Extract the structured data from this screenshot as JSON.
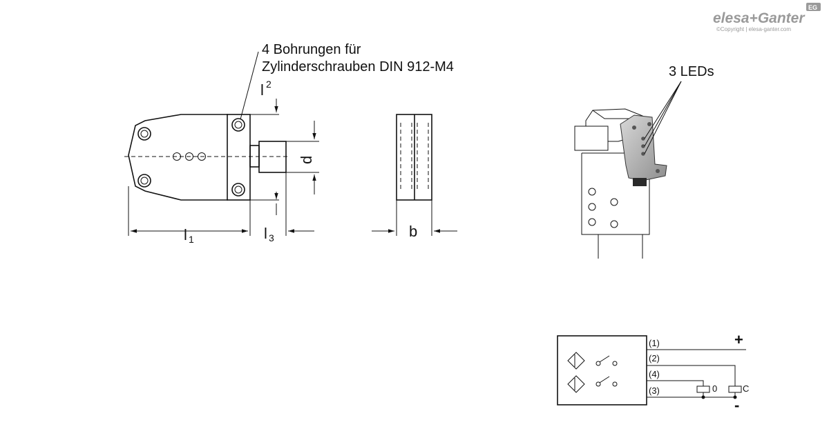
{
  "brand": {
    "name": "elesa+Ganter",
    "copyright": "©Copyright | elesa-ganter.com",
    "badge": "EG",
    "color": "#9a9a9a"
  },
  "drawing": {
    "callout_line1": "4 Bohrungen für",
    "callout_line2": "Zylinderschrauben DIN 912-M4",
    "dim_l1": "l",
    "dim_l1_sub": "1",
    "dim_l2": "l",
    "dim_l2_sub": "2",
    "dim_l3": "l",
    "dim_l3_sub": "3",
    "dim_d": "d",
    "dim_b": "b"
  },
  "photo": {
    "leds_label": "3 LEDs"
  },
  "schematic": {
    "pins": [
      "(1)",
      "(2)",
      "(4)",
      "(3)"
    ],
    "plus": "+",
    "minus": "-",
    "load_0": "0",
    "load_c": "C"
  }
}
